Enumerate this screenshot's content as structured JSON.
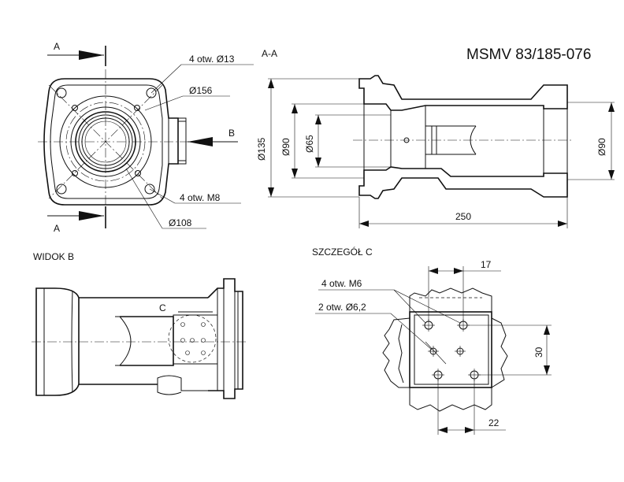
{
  "title": "MSMV 83/185-076",
  "section_marker_top": "A",
  "section_marker_bottom": "A",
  "section_label": "A-A",
  "view_marker": "B",
  "view_b_label": "WIDOK B",
  "detail_marker": "C",
  "detail_label": "SZCZEGÓŁ C",
  "front_view": {
    "holes_13": "4 otw. Ø13",
    "dia_156": "Ø156",
    "holes_m8": "4 otw. M8",
    "dia_108": "Ø108"
  },
  "section_view": {
    "dia_135": "Ø135",
    "dia_90_left": "Ø90",
    "dia_65": "Ø65",
    "dia_90_right": "Ø90",
    "length_250": "250"
  },
  "detail_view": {
    "holes_m6": "4 otw. M6",
    "holes_6_2": "2 otw. Ø6,2",
    "dim_17": "17",
    "dim_30": "30",
    "dim_22": "22"
  }
}
